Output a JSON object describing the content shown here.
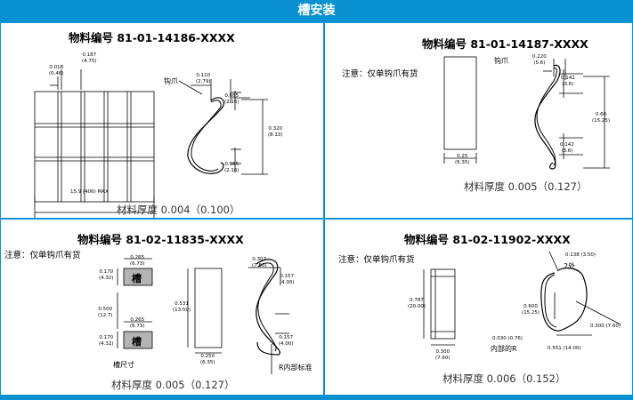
{
  "title": "槽安装",
  "panels": [
    {
      "part_no": "物料编号 81-01-14186-XXXX",
      "thickness": "材料厚度 0.004（0.100）",
      "hook_label": "钩爪",
      "dims": {
        "a": "0.018\n(0.46)",
        "b": "0.187\n(4.75)",
        "c": "15.9 (406) MAX",
        "d": "0.110\n(2.79)",
        "e": "0.085\n(2.16)",
        "f": "0.320\n(8.13)",
        "g": "0.085\n(2.16)"
      }
    },
    {
      "part_no": "物料编号 81-01-14187-XXXX",
      "note": "注意：仅单钩爪有货",
      "thickness": "材料厚度 0.005（0.127）",
      "hook_label": "钩爪",
      "dims": {
        "a": "0.220\n(5.6)",
        "b": "0.142\n(3.6)",
        "c": "0.60\n(15.25)",
        "d": "0.142\n(3.6)",
        "e": "0.25\n(6.35)"
      }
    },
    {
      "part_no": "物料编号 81-02-11835-XXXX",
      "note": "注意：仅单钩爪有货",
      "thickness": "材料厚度 0.005（0.127）",
      "slot_char": "槽",
      "slot_size_label": "槽尺寸",
      "r_label": "R内部标准",
      "dims": {
        "a": "0.170\n(4.32)",
        "b": "0.265\n(6.73)",
        "c": "0.500\n(12.7)",
        "d": "0.265\n(6.73)",
        "e": "0.170\n(4.32)",
        "f": "0.531\n(13.50)",
        "g": "0.250\n(6.35)",
        "h": "0.307\n(7.80)",
        "i": "0.157\n(4.00)",
        "j": "0.157\n(4.00)"
      }
    },
    {
      "part_no": "物料编号 81-02-11902-XXXX",
      "note": "注意：仅单钩爪有货",
      "thickness": "材料厚度 0.006（0.152）",
      "r_label": "内部的R",
      "places": "2处",
      "dims": {
        "a": "0.138 (3.50)",
        "b": "0.787\n(20.00)",
        "c": "0.600\n(15.25)",
        "d": "0.300 (7.60)",
        "e": "0.030 (0.76)",
        "f": "0.551 (14.00)",
        "g": "0.300\n(7.60)"
      }
    }
  ],
  "colors": {
    "accent": "#0a91d1",
    "slot_fill": "#b4b4b4"
  }
}
